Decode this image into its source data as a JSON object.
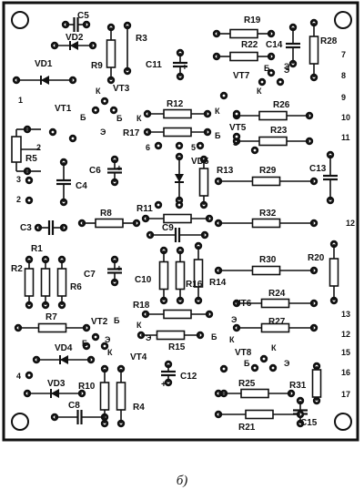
{
  "caption": "б)",
  "labels": {
    "C5": "C5",
    "VD2": "VD2",
    "R9": "R9",
    "R3": "R3",
    "VT3": "VT3",
    "C11": "C11",
    "R19": "R19",
    "R22": "R22",
    "C14": "C14",
    "R28": "R28",
    "VT7": "VT7",
    "VD1": "VD1",
    "VT1": "VT1",
    "R12": "R12",
    "R17": "R17",
    "VT5": "VT5",
    "R26": "R26",
    "R23": "R23",
    "R5": "R5",
    "C4": "C4",
    "C6": "C6",
    "VD5": "VD5",
    "R13": "R13",
    "R29": "R29",
    "C13": "C13",
    "C3": "C3",
    "R8": "R8",
    "R11": "R11",
    "C9": "C9",
    "R32": "R32",
    "R1": "R1",
    "R2": "R2",
    "R6": "R6",
    "C7": "C7",
    "C10": "C10",
    "R16": "R16",
    "R14": "R14",
    "R30": "R30",
    "R20": "R20",
    "R7": "R7",
    "R18": "R18",
    "R24": "R24",
    "VT6": "VT6",
    "VT2": "VT2",
    "R27": "R27",
    "VD4": "VD4",
    "VT4": "VT4",
    "R15": "R15",
    "VT8": "VT8",
    "R10": "R10",
    "R4": "R4",
    "C12": "C12",
    "VD3": "VD3",
    "R25": "R25",
    "R31": "R31",
    "C8": "C8",
    "C15": "C15",
    "R21": "R21"
  },
  "pins": {
    "K": "К",
    "B": "Б",
    "E": "Э",
    "plus": "+",
    "p1": "1",
    "p2": "2",
    "p3": "3",
    "p4": "4",
    "p5": "5",
    "p6": "6",
    "p7": "7",
    "p8": "8",
    "p9": "9",
    "p10": "10",
    "p11": "11",
    "p12": "12",
    "p13": "13",
    "p15": "15",
    "p16": "16",
    "p17": "17"
  }
}
